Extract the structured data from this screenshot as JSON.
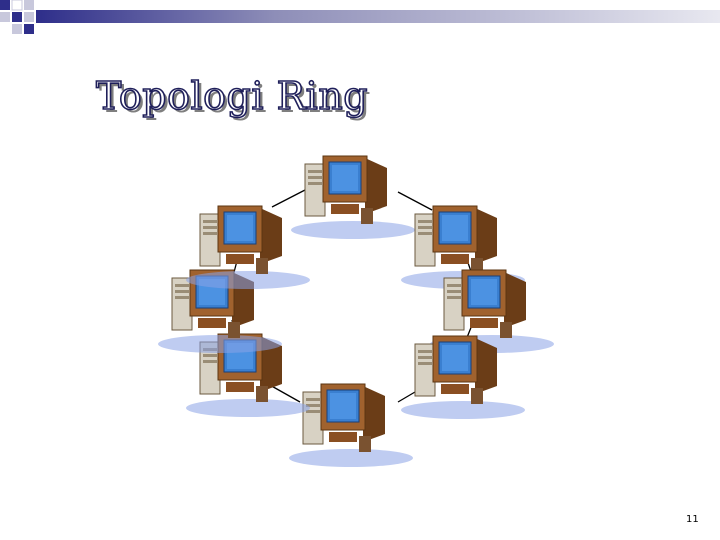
{
  "slide": {
    "title": "Topologi Ring",
    "page_number": "11"
  },
  "diagram": {
    "topology": "ring",
    "node_icon": "desktop-computer-icon",
    "node_count": 8,
    "link_color": "#000000"
  },
  "colors": {
    "accent_navy": "#2e2e8a",
    "accent_light": "#c8c8dc",
    "title_outline": "#1f1f5a",
    "screen_blue": "#3a7fd0",
    "computer_brown": "#a0622e"
  }
}
